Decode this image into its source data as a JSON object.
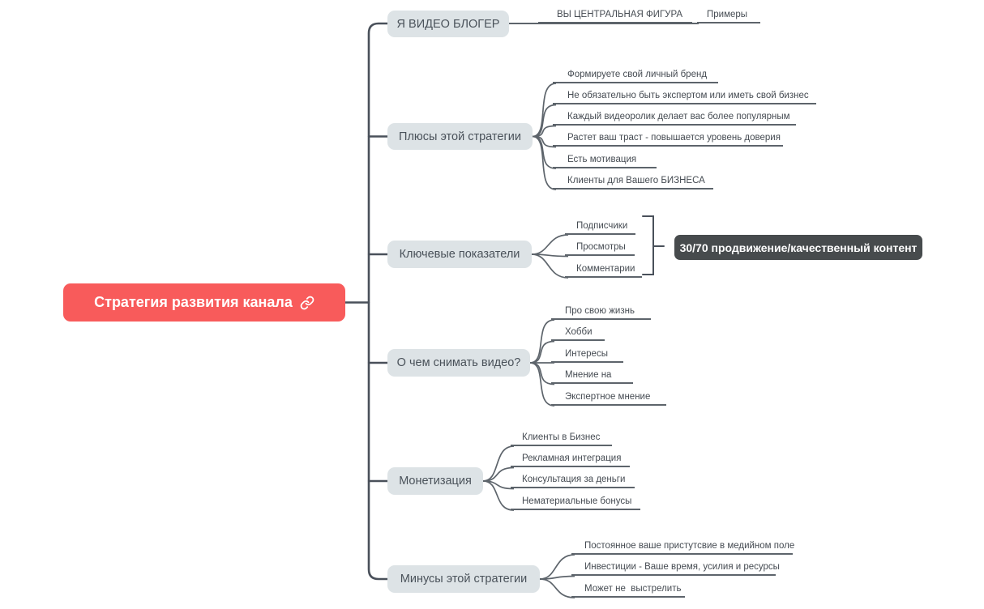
{
  "colors": {
    "root_bg": "#f85b5b",
    "topic_bg": "#dde3e6",
    "badge_bg": "#474b4d",
    "wire": "#49505a",
    "wire_light": "#5d646b",
    "text_dark": "#454b52"
  },
  "root": {
    "label": "Стратегия развития канала",
    "icon": "link-icon"
  },
  "branches": [
    {
      "label": "Я ВИДЕО БЛОГЕР",
      "children": [
        {
          "label": "ВЫ ЦЕНТРАЛЬНАЯ ФИГУРА"
        },
        {
          "label": "Примеры"
        }
      ]
    },
    {
      "label": "Плюсы этой стратегии",
      "children": [
        {
          "label": "Формируете свой личный бренд"
        },
        {
          "label": "Не обязательно быть экспертом или иметь свой бизнес"
        },
        {
          "label": "Каждый видеоролик делает вас более популярным"
        },
        {
          "label": "Растет ваш траст - повышается уровень доверия"
        },
        {
          "label": "Есть мотивация"
        },
        {
          "label": "Клиенты для Вашего БИЗНЕСА"
        }
      ]
    },
    {
      "label": "Ключевые показатели",
      "children": [
        {
          "label": "Подписчики"
        },
        {
          "label": "Просмотры"
        },
        {
          "label": "Комментарии"
        }
      ],
      "summary": {
        "label": "30/70 продвижение/качественный контент"
      }
    },
    {
      "label": "О чем снимать видео?",
      "children": [
        {
          "label": "Про свою жизнь"
        },
        {
          "label": "Хобби"
        },
        {
          "label": "Интересы"
        },
        {
          "label": "Мнение на"
        },
        {
          "label": "Экспертное мнение"
        }
      ]
    },
    {
      "label": "Монетизация",
      "children": [
        {
          "label": "Клиенты в Бизнес"
        },
        {
          "label": "Рекламная интеграция"
        },
        {
          "label": "Консультация за деньги"
        },
        {
          "label": "Нематериальные бонусы"
        }
      ]
    },
    {
      "label": "Минусы этой стратегии",
      "children": [
        {
          "label": "Постоянное ваше пристутсвие в медийном поле"
        },
        {
          "label": "Инвестиции - Ваше время, усилия и ресурсы"
        },
        {
          "label": "Может не  выстрелить"
        }
      ]
    }
  ]
}
